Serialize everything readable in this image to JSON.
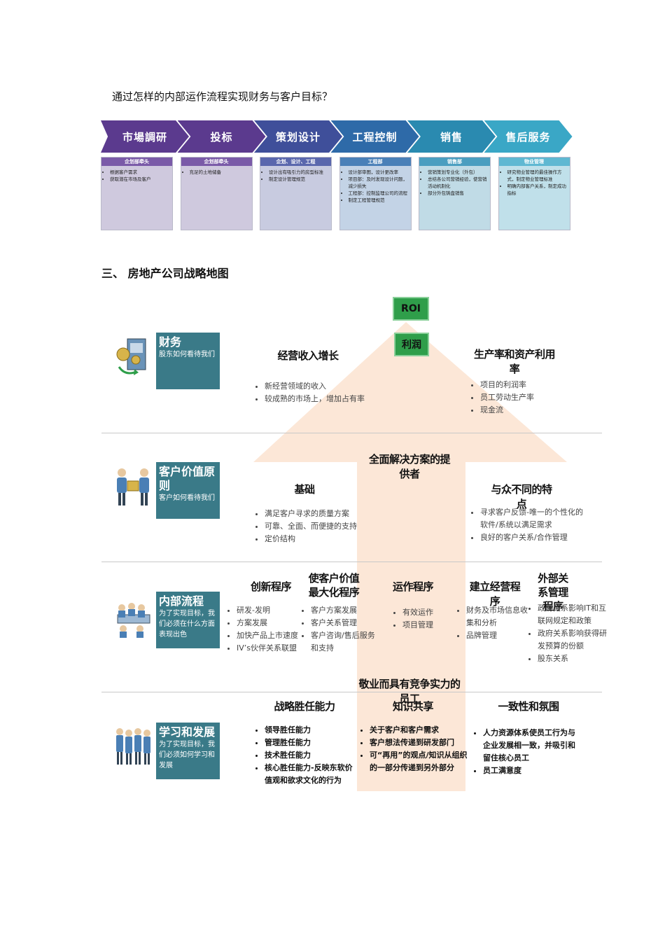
{
  "intro": "通过怎样的内部运作流程实现财务与客户目标？",
  "process": {
    "steps": [
      {
        "label": "市場調研",
        "color": "#5b3a8e",
        "header": "企划部牵头",
        "header_color": "#7a5aa8",
        "body_color": "#cfc9de",
        "items": [
          "根据客户需求",
          "获取潜在市场及客户"
        ]
      },
      {
        "label": "投标",
        "color": "#5b3a8e",
        "header": "企划部牵头",
        "header_color": "#7a5aa8",
        "body_color": "#cfc9de",
        "items": [
          "充足的土地储备"
        ]
      },
      {
        "label": "策划设计",
        "color": "#3f4f9a",
        "header": "企划、设计、工程",
        "header_color": "#5a67ad",
        "body_color": "#c8cbe0",
        "items": [
          "设计出有吸引力的房型标准",
          "制定设计管理规范"
        ]
      },
      {
        "label": "工程控制",
        "color": "#2e6aa8",
        "header": "工程部",
        "header_color": "#4a80b8",
        "body_color": "#c3d3e6",
        "items": [
          "设计部审图，设计更改率",
          "项目部：及时发现设计问题，减少损失",
          "工程部：控制监理公司的流程",
          "制定工程管理规范"
        ]
      },
      {
        "label": "销售",
        "color": "#2a8ab0",
        "header": "销售部",
        "header_color": "#4a9ec0",
        "body_color": "#c0dbe6",
        "items": [
          "营销策划专业化（外包）",
          "总结各公司营销经验，使营销活动机制化",
          "部分外包铸盘销售"
        ]
      },
      {
        "label": "售后服务",
        "color": "#3aa7c6",
        "header": "物业管理",
        "header_color": "#5fb8d2",
        "body_color": "#c0e0ea",
        "items": [
          "研究物业管理的最佳操作方式，制定物业管理标准",
          "明确内部客户关系，制定成功指标"
        ]
      }
    ]
  },
  "section_title": "三、  房地产公司战略地图",
  "map": {
    "roi": "ROI",
    "profit": "利润",
    "perspectives": [
      {
        "title": "财务",
        "sub": "股东如何看待我们",
        "icon": "finance-icon"
      },
      {
        "title": "客户价值原则",
        "sub": "客户如何看待我们",
        "icon": "customer-icon"
      },
      {
        "title": "内部流程",
        "sub": "为了实现目标，我们必须在什么方面表现出色",
        "icon": "meeting-icon"
      },
      {
        "title": "学习和发展",
        "sub": "为了实现目标，我们必须如何学习和发展",
        "icon": "team-icon"
      }
    ],
    "finance": {
      "revenue": {
        "title": "经营收入增长",
        "items": [
          "新经营领域的收入",
          "较成熟的市场上，增加占有率"
        ]
      },
      "productivity": {
        "title": "生产率和资产利用率",
        "items": [
          "项目的利润率",
          "员工劳动生产率",
          "现金流"
        ]
      }
    },
    "customer": {
      "center": "全面解决方案的提供者",
      "base": {
        "title": "基础",
        "items": [
          "满足客户寻求的质量方案",
          "可靠、全面、而便捷的支持",
          "定价结构"
        ]
      },
      "unique": {
        "title": "与众不同的特点",
        "items": [
          "寻求客户反馈-唯一的个性化的软件/系统以满足需求",
          "良好的客户关系/合作管理"
        ]
      }
    },
    "internal": {
      "innovation": {
        "title": "创新程序",
        "items": [
          "研发-发明",
          "方案发展",
          "加快产品上市速度",
          "IV’s伙伴关系联盟"
        ]
      },
      "value": {
        "title": "使客户价值最大化程序",
        "items": [
          "客户方案发展",
          "客户关系管理",
          "客户咨询/售后服务和支持"
        ]
      },
      "operation": {
        "title": "运作程序",
        "items": [
          "有效运作",
          "项目管理"
        ]
      },
      "business": {
        "title": "建立经营程序",
        "items": [
          "财务及市场信息收集和分析",
          "品牌管理"
        ]
      },
      "external": {
        "title": "外部关系管理程序",
        "items": [
          "政府关系影响IT和互联网规定和政策",
          "政府关系影响获得研发预算的份额",
          "股东关系"
        ]
      }
    },
    "learning": {
      "center": "敬业而具有竞争实力的员工",
      "strategy": {
        "title": "战略胜任能力",
        "items": [
          "领导胜任能力",
          "管理胜任能力",
          "技术胜任能力",
          "核心胜任能力-反映东软价值观和欲求文化的行为"
        ]
      },
      "knowledge": {
        "title": "知识共享",
        "items": [
          "关于客户和客户需求",
          "客户想法传递到研发部门",
          "可“再用”的观点/知识从组织的一部分传递到另外部分"
        ]
      },
      "culture": {
        "title": "一致性和氛围",
        "items": [
          "人力资源体系使员工行为与企业发展相一致，并吸引和留住核心员工",
          "员工满意度"
        ]
      }
    },
    "colors": {
      "arrow": "#fbe3d0",
      "persp_box": "#3a7a88",
      "roi": "#2f9e4a"
    }
  }
}
